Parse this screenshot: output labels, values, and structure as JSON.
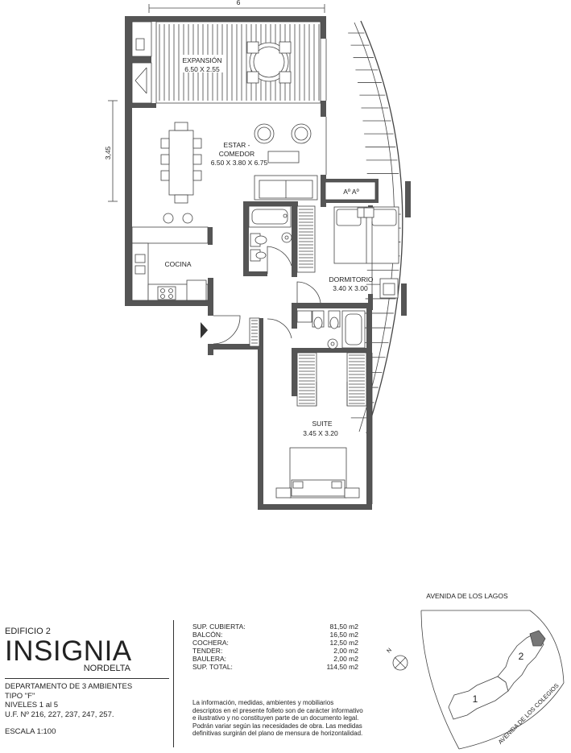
{
  "plan": {
    "dimension_top": "6",
    "dimension_left": "3,45",
    "rooms": {
      "expansion_name": "EXPANSIÓN",
      "expansion_size": "6.50 X 2.55",
      "estar_name_1": "ESTAR -",
      "estar_name_2": "COMEDOR",
      "estar_size": "6.50 X 3.80 X 6.75",
      "aa": "Aº Aº",
      "cocina": "COCINA",
      "dormitorio_name": "DORMITORIO",
      "dormitorio_size": "3.40 X 3.00",
      "suite_name": "SUITE",
      "suite_size": "3.45 X 3.20"
    }
  },
  "brand": {
    "edificio": "EDIFICIO 2",
    "name": "INSIGNIA",
    "location": "NORDELTA",
    "info": [
      "DEPARTAMENTO DE 3 AMBIENTES",
      "TIPO \"F\"",
      "NIVELES 1 al 5",
      "U.F. Nº 216, 227, 237, 247, 257."
    ],
    "scale": "ESCALA 1:100"
  },
  "areas": [
    {
      "label": "SUP. CUBIERTA:",
      "value": "81,50 m2"
    },
    {
      "label": "BALCÓN:",
      "value": "16,50 m2"
    },
    {
      "label": "COCHERA:",
      "value": "12,50 m2"
    },
    {
      "label": "TENDER:",
      "value": "2,00 m2"
    },
    {
      "label": "BAULERA:",
      "value": "2,00 m2"
    },
    {
      "label": "SUP. TOTAL:",
      "value": "114,50 m2"
    }
  ],
  "disclaimer": "La información, medidas, ambientes y mobiliarios descriptos en el presente folleto son de carácter informativo e ilustrativo y no constituyen parte de un documento legal. Podrán variar según las necesidades de obra. Las medidas definitivas surgirán del plano de mensura de horizontalidad.",
  "site": {
    "street_top": "AVENIDA DE LOS LAGOS",
    "street_side": "AVENIDA DE LOS COLEGIOS",
    "north": "N",
    "building_1": "1",
    "building_2": "2"
  },
  "colors": {
    "wall": "#555555",
    "highlight": "#777777"
  }
}
